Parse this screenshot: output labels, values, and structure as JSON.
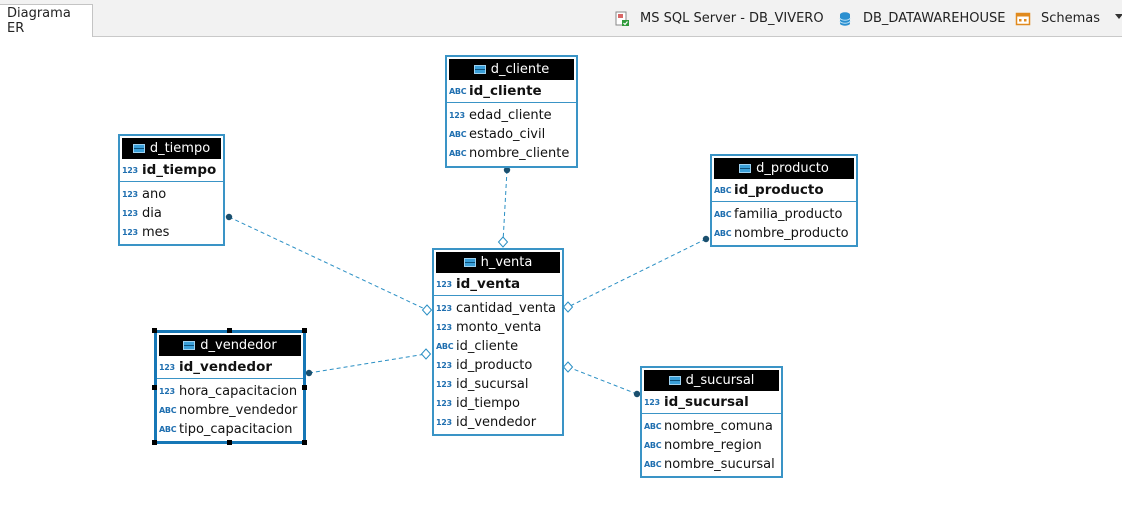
{
  "tab": {
    "label": "Diagrama ER"
  },
  "toolbar": {
    "connection": "MS SQL Server - DB_VIVERO",
    "database": "DB_DATAWAREHOUSE",
    "schemas": "Schemas"
  },
  "entities": {
    "d_cliente": {
      "name": "d_cliente",
      "pk": {
        "type": "ABC",
        "name": "id_cliente"
      },
      "cols": [
        {
          "type": "123",
          "name": "edad_cliente"
        },
        {
          "type": "ABC",
          "name": "estado_civil"
        },
        {
          "type": "ABC",
          "name": "nombre_cliente"
        }
      ]
    },
    "d_tiempo": {
      "name": "d_tiempo",
      "pk": {
        "type": "123",
        "name": "id_tiempo"
      },
      "cols": [
        {
          "type": "123",
          "name": "ano"
        },
        {
          "type": "123",
          "name": "dia"
        },
        {
          "type": "123",
          "name": "mes"
        }
      ]
    },
    "d_producto": {
      "name": "d_producto",
      "pk": {
        "type": "ABC",
        "name": "id_producto"
      },
      "cols": [
        {
          "type": "ABC",
          "name": "familia_producto"
        },
        {
          "type": "ABC",
          "name": "nombre_producto"
        }
      ]
    },
    "h_venta": {
      "name": "h_venta",
      "pk": {
        "type": "123",
        "name": "id_venta"
      },
      "cols": [
        {
          "type": "123",
          "name": "cantidad_venta"
        },
        {
          "type": "123",
          "name": "monto_venta"
        },
        {
          "type": "ABC",
          "name": "id_cliente"
        },
        {
          "type": "123",
          "name": "id_producto"
        },
        {
          "type": "123",
          "name": "id_sucursal"
        },
        {
          "type": "123",
          "name": "id_tiempo"
        },
        {
          "type": "123",
          "name": "id_vendedor"
        }
      ]
    },
    "d_vendedor": {
      "name": "d_vendedor",
      "pk": {
        "type": "123",
        "name": "id_vendedor"
      },
      "cols": [
        {
          "type": "123",
          "name": "hora_capacitacion"
        },
        {
          "type": "ABC",
          "name": "nombre_vendedor"
        },
        {
          "type": "ABC",
          "name": "tipo_capacitacion"
        }
      ]
    },
    "d_sucursal": {
      "name": "d_sucursal",
      "pk": {
        "type": "123",
        "name": "id_sucursal"
      },
      "cols": [
        {
          "type": "ABC",
          "name": "nombre_comuna"
        },
        {
          "type": "ABC",
          "name": "nombre_region"
        },
        {
          "type": "ABC",
          "name": "nombre_sucursal"
        }
      ]
    }
  },
  "relations": [
    {
      "from": "d_cliente",
      "to": "h_venta"
    },
    {
      "from": "d_tiempo",
      "to": "h_venta"
    },
    {
      "from": "d_producto",
      "to": "h_venta"
    },
    {
      "from": "d_vendedor",
      "to": "h_venta"
    },
    {
      "from": "d_sucursal",
      "to": "h_venta"
    }
  ],
  "colors": {
    "link": "#2a8fc4",
    "entity_border": "#3a94c6",
    "header": "#000000"
  },
  "selected_entity": "d_vendedor"
}
